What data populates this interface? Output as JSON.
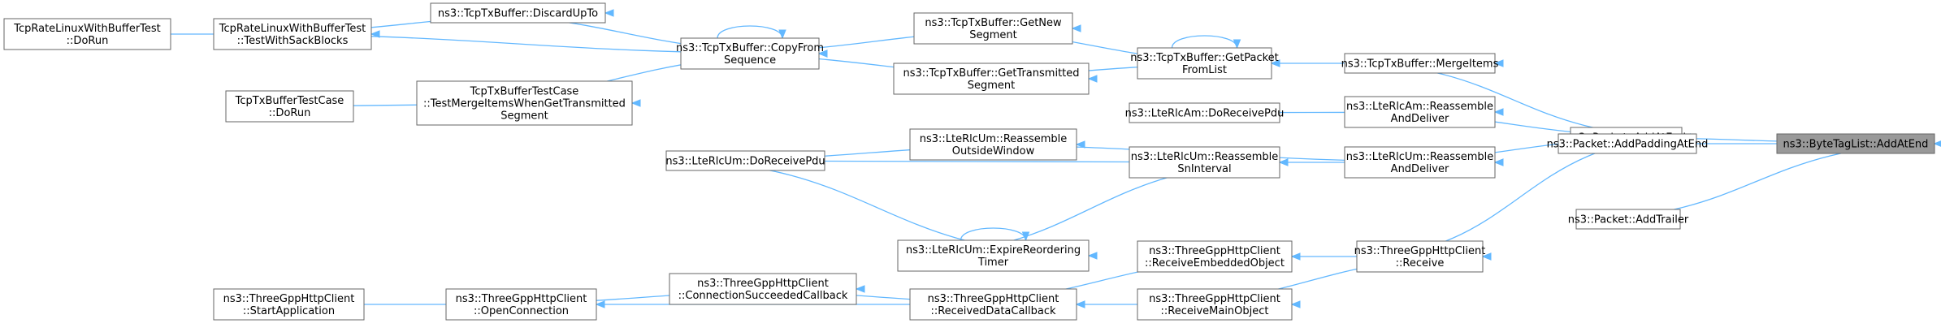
{
  "graph": {
    "nodes": {
      "target": {
        "lines": [
          "ns3::ByteTagList::AddAtEnd"
        ]
      },
      "packet_addatend": {
        "lines": [
          "ns3::Packet::AddAtEnd"
        ]
      },
      "packet_addpadding": {
        "lines": [
          "ns3::Packet::AddPaddingAtEnd"
        ]
      },
      "packet_addtrailer": {
        "lines": [
          "ns3::Packet::AddTrailer"
        ]
      },
      "mergeitems": {
        "lines": [
          "ns3::TcpTxBuffer::MergeItems"
        ]
      },
      "rlcam_reassemble": {
        "lines": [
          "ns3::LteRlcAm::Reassemble",
          "AndDeliver"
        ]
      },
      "rlcum_reassemble": {
        "lines": [
          "ns3::LteRlcUm::Reassemble",
          "AndDeliver"
        ]
      },
      "http_receive": {
        "lines": [
          "ns3::ThreeGppHttpClient",
          "::Receive"
        ]
      },
      "getpacketfromlist": {
        "lines": [
          "ns3::TcpTxBuffer::GetPacket",
          "FromList"
        ]
      },
      "rlcam_doreceive": {
        "lines": [
          "ns3::LteRlcAm::DoReceivePdu"
        ]
      },
      "rlcum_outsidewindow": {
        "lines": [
          "ns3::LteRlcUm::Reassemble",
          "OutsideWindow"
        ]
      },
      "rlcum_sninterval": {
        "lines": [
          "ns3::LteRlcUm::Reassemble",
          "SnInterval"
        ]
      },
      "http_receiveembedded": {
        "lines": [
          "ns3::ThreeGppHttpClient",
          "::ReceiveEmbeddedObject"
        ]
      },
      "http_receivemain": {
        "lines": [
          "ns3::ThreeGppHttpClient",
          "::ReceiveMainObject"
        ]
      },
      "getnewsegment": {
        "lines": [
          "ns3::TcpTxBuffer::GetNew",
          "Segment"
        ]
      },
      "gettransmittedsegment": {
        "lines": [
          "ns3::TcpTxBuffer::GetTransmitted",
          "Segment"
        ]
      },
      "rlcum_doreceive": {
        "lines": [
          "ns3::LteRlcUm::DoReceivePdu"
        ]
      },
      "rlcum_expire": {
        "lines": [
          "ns3::LteRlcUm::ExpireReordering",
          "Timer"
        ]
      },
      "http_receiveddata": {
        "lines": [
          "ns3::ThreeGppHttpClient",
          "::ReceivedDataCallback"
        ]
      },
      "copyfromsequence": {
        "lines": [
          "ns3::TcpTxBuffer::CopyFrom",
          "Sequence"
        ]
      },
      "http_connsucceeded": {
        "lines": [
          "ns3::ThreeGppHttpClient",
          "::ConnectionSucceededCallback"
        ]
      },
      "http_openconn": {
        "lines": [
          "ns3::ThreeGppHttpClient",
          "::OpenConnection"
        ]
      },
      "discardupto": {
        "lines": [
          "ns3::TcpTxBuffer::DiscardUpTo"
        ]
      },
      "testwithsack": {
        "lines": [
          "TcpRateLinuxWithBufferTest",
          "::TestWithSackBlocks"
        ]
      },
      "testmergeitems": {
        "lines": [
          "TcpTxBufferTestCase",
          "::TestMergeItemsWhenGetTransmitted",
          "Segment"
        ]
      },
      "tcprate_dorun": {
        "lines": [
          "TcpRateLinuxWithBufferTest",
          "::DoRun"
        ]
      },
      "txbuffertest_dorun": {
        "lines": [
          "TcpTxBufferTestCase",
          "::DoRun"
        ]
      },
      "http_startapp": {
        "lines": [
          "ns3::ThreeGppHttpClient",
          "::StartApplication"
        ]
      }
    },
    "edges": [
      {
        "from": "packet_addatend",
        "to": "target"
      },
      {
        "from": "packet_addpadding",
        "to": "target"
      },
      {
        "from": "packet_addtrailer",
        "to": "target"
      },
      {
        "from": "mergeitems",
        "to": "packet_addatend"
      },
      {
        "from": "rlcam_reassemble",
        "to": "packet_addatend"
      },
      {
        "from": "rlcum_reassemble",
        "to": "packet_addatend"
      },
      {
        "from": "http_receive",
        "to": "packet_addatend"
      },
      {
        "from": "getpacketfromlist",
        "to": "mergeitems"
      },
      {
        "from": "getpacketfromlist",
        "to": "getpacketfromlist"
      },
      {
        "from": "getnewsegment",
        "to": "getpacketfromlist"
      },
      {
        "from": "gettransmittedsegment",
        "to": "getpacketfromlist"
      },
      {
        "from": "copyfromsequence",
        "to": "getnewsegment"
      },
      {
        "from": "copyfromsequence",
        "to": "gettransmittedsegment"
      },
      {
        "from": "copyfromsequence",
        "to": "copyfromsequence"
      },
      {
        "from": "discardupto",
        "to": "copyfromsequence"
      },
      {
        "from": "testwithsack",
        "to": "copyfromsequence"
      },
      {
        "from": "testmergeitems",
        "to": "copyfromsequence"
      },
      {
        "from": "testwithsack",
        "to": "discardupto"
      },
      {
        "from": "tcprate_dorun",
        "to": "testwithsack"
      },
      {
        "from": "txbuffertest_dorun",
        "to": "testmergeitems"
      },
      {
        "from": "rlcam_doreceive",
        "to": "rlcam_reassemble"
      },
      {
        "from": "rlcum_outsidewindow",
        "to": "rlcum_reassemble"
      },
      {
        "from": "rlcum_sninterval",
        "to": "rlcum_reassemble"
      },
      {
        "from": "rlcum_doreceive",
        "to": "rlcum_outsidewindow"
      },
      {
        "from": "rlcum_doreceive",
        "to": "rlcum_sninterval"
      },
      {
        "from": "rlcum_expire",
        "to": "rlcum_sninterval"
      },
      {
        "from": "rlcum_expire",
        "to": "rlcum_expire"
      },
      {
        "from": "rlcum_doreceive",
        "to": "rlcum_expire"
      },
      {
        "from": "http_receiveembedded",
        "to": "http_receive"
      },
      {
        "from": "http_receivemain",
        "to": "http_receive"
      },
      {
        "from": "http_receiveddata",
        "to": "http_receiveembedded"
      },
      {
        "from": "http_receiveddata",
        "to": "http_receivemain"
      },
      {
        "from": "http_connsucceeded",
        "to": "http_receiveddata"
      },
      {
        "from": "http_openconn",
        "to": "http_receiveddata"
      },
      {
        "from": "http_openconn",
        "to": "http_connsucceeded"
      },
      {
        "from": "http_startapp",
        "to": "http_openconn"
      }
    ]
  }
}
